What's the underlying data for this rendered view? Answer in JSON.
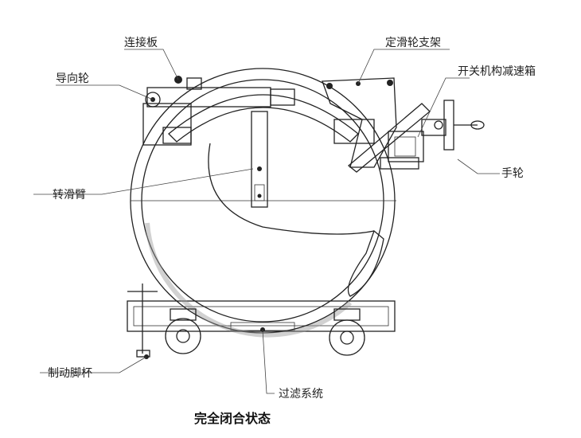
{
  "title": "完全闭合状态",
  "labels": {
    "connecting_plate": "连接板",
    "guide_wheel": "导向轮",
    "fixed_pulley_bracket": "定滑轮支架",
    "switch_reducer": "开关机构减速箱",
    "handwheel": "手轮",
    "rotating_slide_arm": "转滑臂",
    "brake_foot_cup": "制动脚杯",
    "filter_system": "过滤系统"
  },
  "colors": {
    "line": "#222222",
    "fill_light": "#f2f2f2",
    "fill_mid": "#d9d9d9",
    "fill_dark": "#b5b5b5"
  }
}
